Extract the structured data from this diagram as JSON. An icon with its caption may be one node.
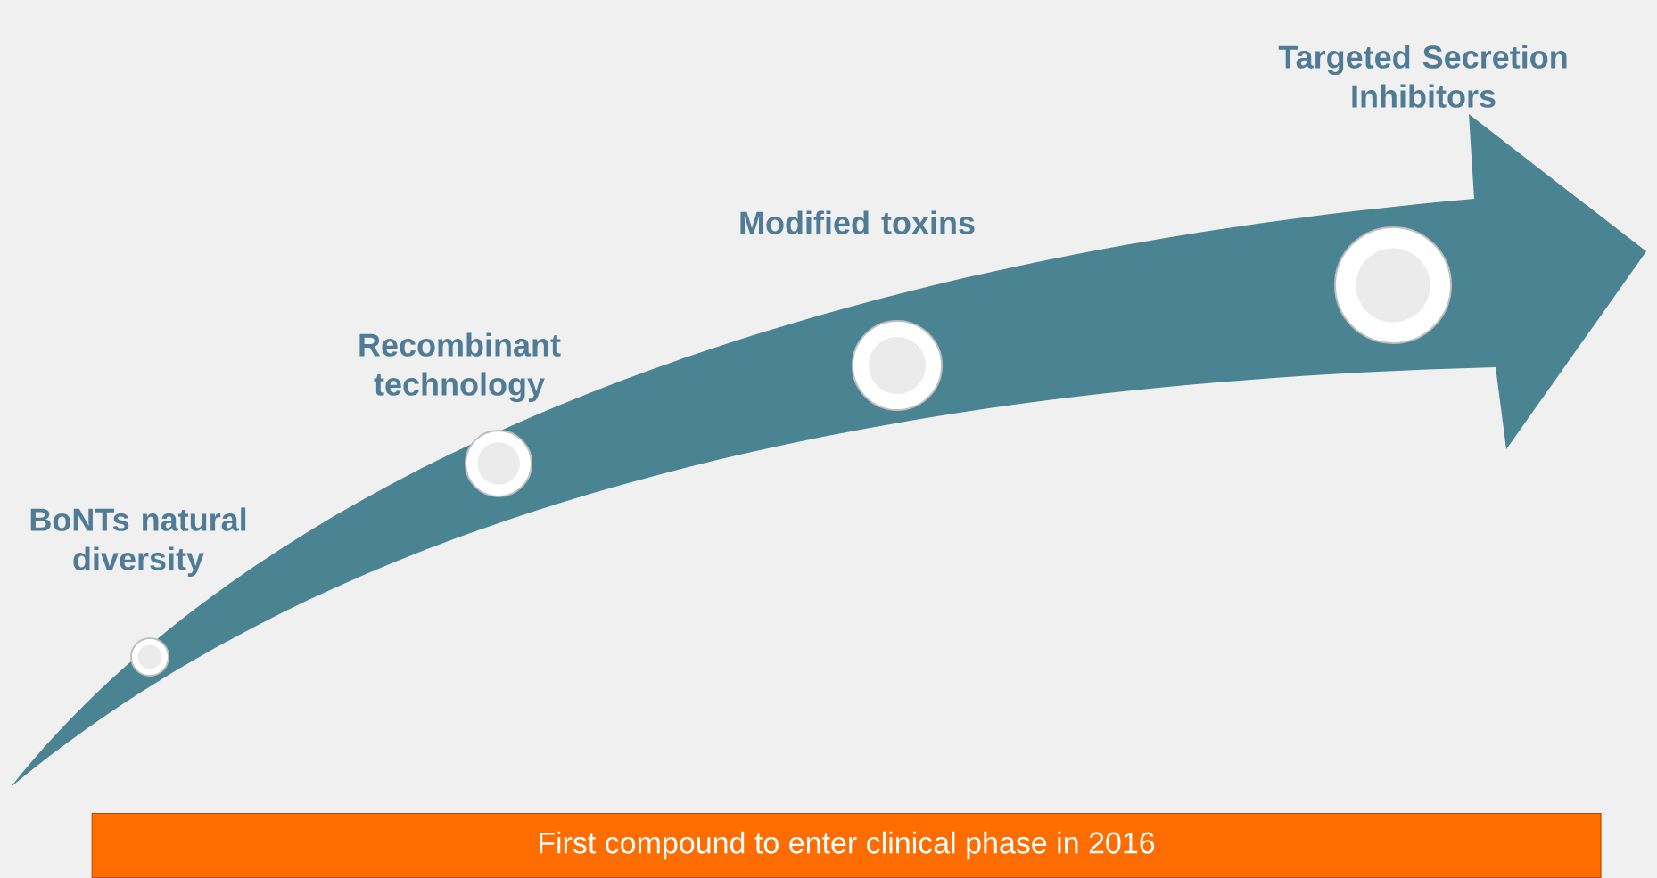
{
  "diagram": {
    "nodes": [
      {
        "text": [],
        "shape": "circle",
        "beside": [
          "BoNTs natural diversity"
        ]
      },
      {
        "text": [],
        "shape": "circle",
        "beside": [
          "Recombinant technology"
        ]
      },
      {
        "text": [],
        "shape": "circle",
        "beside": [
          "Modified toxins"
        ]
      },
      {
        "text": [],
        "shape": "circle",
        "beside": [
          "Targeted Secretion Inhibitors"
        ]
      },
      {
        "text": [
          "First compound to enter clinical phase in 2016"
        ]
      }
    ]
  }
}
